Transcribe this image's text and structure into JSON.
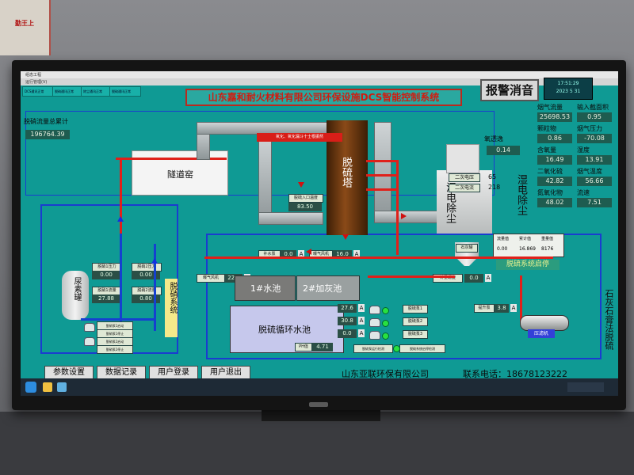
{
  "wall": {
    "poster_text": "勤王上"
  },
  "window": {
    "title": "组态工程",
    "menu": "运行管理(V)"
  },
  "tabs": [
    "DCS通讯正常",
    "脱硝通讯正常",
    "除尘通讯正常",
    "脱硫通讯正常"
  ],
  "header": {
    "title": "山东嘉和耐火材料有限公司环保设施DCS智能控制系统",
    "alarm_button": "报警消音",
    "clock_time": "17:51:29",
    "clock_date": "2023      5      31"
  },
  "denitration": {
    "total_label": "脱硝流量总累计",
    "total_value": "196764.39",
    "area_label": "脱硝系统",
    "urea_tank": "尿素罐",
    "pressure1_label": "脱硝1压力",
    "pressure1": "0.00",
    "pressure2_label": "脱硝2压力",
    "pressure2": "0.00",
    "flow1_label": "脱硝1流量",
    "flow1": "27.88",
    "flow2_label": "脱硝2流量",
    "flow2": "0.80",
    "pump1": "脱硝泵1启动",
    "pump2": "脱硝泵1停止",
    "pump3": "脱硝泵2启动",
    "pump4": "脱硝泵2停止"
  },
  "kiln": {
    "label": "隧道窑"
  },
  "tower": {
    "label": "脱硫塔",
    "oxidation_label": "氧化、氧化漏斗十士根振然",
    "inlet_temp_label": "脱硫入口温度",
    "inlet_temp": "83.50"
  },
  "wesp": {
    "label": "湿电除尘",
    "secondary_voltage_label": "二次电压",
    "secondary_voltage": "65",
    "secondary_current_label": "二次电流",
    "secondary_current": "218",
    "ozone_label": "氧透逸",
    "ozone": "0.14"
  },
  "emissions": [
    {
      "label": "烟气流量",
      "value": "25698.53"
    },
    {
      "label": "输入截面积",
      "value": "0.95"
    },
    {
      "label": "颗粒物",
      "value": "0.86"
    },
    {
      "label": "烟气压力",
      "value": "-70.08"
    },
    {
      "label": "含氧量",
      "value": "16.49"
    },
    {
      "label": "湿度",
      "value": "13.91"
    },
    {
      "label": "二氧化硫",
      "value": "42.82"
    },
    {
      "label": "烟气温度",
      "value": "56.66"
    },
    {
      "label": "氮氧化物",
      "value": "48.02"
    },
    {
      "label": "流速",
      "value": "7.51"
    }
  ],
  "desulfurization": {
    "status": "脱硫系统启停",
    "area_label": "石灰石膏法脱硫",
    "table_headers": [
      "流量值",
      "累计值",
      "重量值"
    ],
    "table_values": [
      "0.00",
      "16.869",
      "8176"
    ],
    "makeup_pump_label": "补水泵",
    "makeup_pump": "0.0",
    "aeration_fan_label": "曝气风机",
    "aeration_fan": "16.0",
    "aeration_fan2_label": "曝气风机",
    "aeration_fan2": "22.3",
    "pool1": "1#水池",
    "pool2": "2#加灰池",
    "circ_pool": "脱硫循环水池",
    "lime_tank": "石灰罐",
    "screw_label": "计量螺旋",
    "screw_value": "0.0",
    "pump1_label": "脱硫泵1",
    "pump1": "27.6",
    "pump2_label": "脱硫泵2",
    "pump2": "30.8",
    "pump3_label": "脱硫泵3",
    "pump3": "0.0",
    "ph_label": "PH值",
    "ph": "4.71",
    "lift_pump_label": "提升泵",
    "lift_pump": "3.8",
    "filter_label": "压滤机",
    "sensor_label": "脱硫泵运行检测",
    "sensor2_label": "脱硫系统启停检测"
  },
  "bottom": {
    "buttons": [
      "参数设置",
      "数据记录",
      "用户登录",
      "用户退出"
    ],
    "company": "山东亚联环保有限公司",
    "contact": "联系电话：18678123222"
  }
}
